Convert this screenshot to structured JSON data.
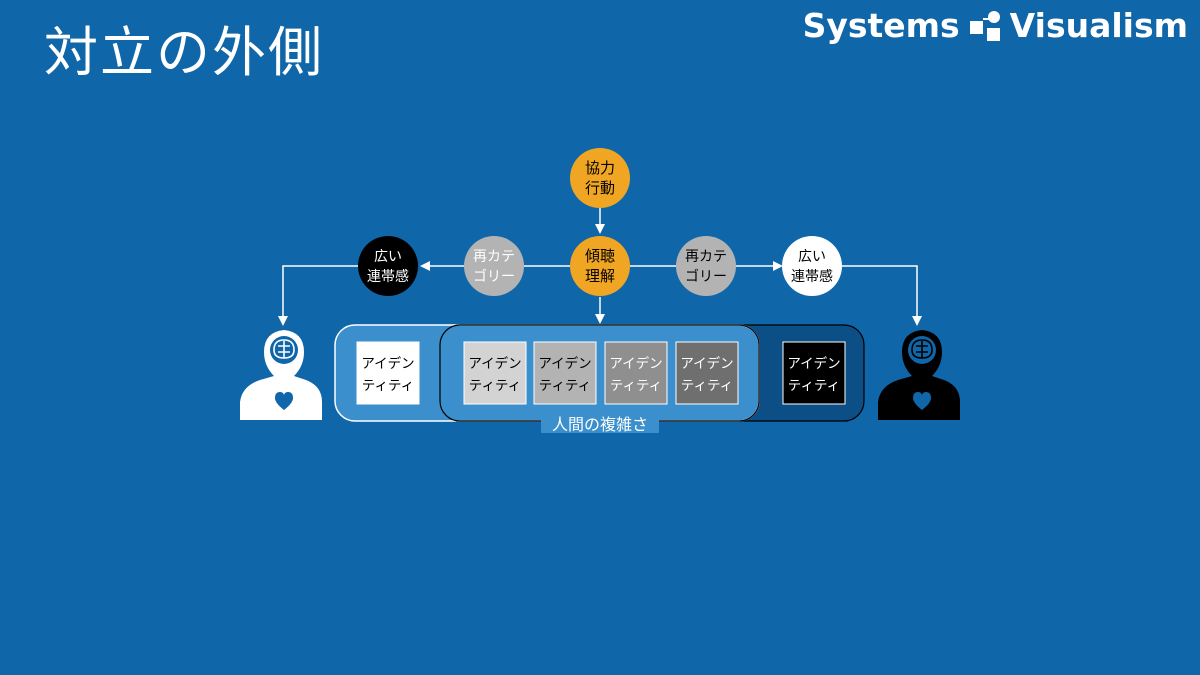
{
  "title": "対立の外側",
  "brand": {
    "left": "Systems",
    "right": "Visualism",
    "logo_icon": "systems-visualism-logo-icon"
  },
  "colors": {
    "background": "#0f66a8",
    "orange": "#f0a623",
    "gray": "#b3b3b3",
    "black": "#000000",
    "white": "#ffffff",
    "inner_panel": "#3a8fcc",
    "outer_panel": "#0b4f86"
  },
  "nodes": {
    "cooperation": {
      "line1": "協力",
      "line2": "行動"
    },
    "listening": {
      "line1": "傾聴",
      "line2": "理解"
    },
    "recat_left": {
      "line1": "再カテ",
      "line2": "ゴリー"
    },
    "recat_right": {
      "line1": "再カテ",
      "line2": "ゴリー"
    },
    "solidarity_left": {
      "line1": "広い",
      "line2": "連帯感"
    },
    "solidarity_right": {
      "line1": "広い",
      "line2": "連帯感"
    }
  },
  "identity_label": {
    "line1": "アイデン",
    "line2": "ティティ"
  },
  "identities": [
    {
      "id": "white",
      "fill": "#ffffff",
      "text": "#000000"
    },
    {
      "id": "light-gray",
      "fill": "#d3d3d3",
      "text": "#000000"
    },
    {
      "id": "silver",
      "fill": "#b3b3b3",
      "text": "#000000"
    },
    {
      "id": "gray",
      "fill": "#8f8f8f",
      "text": "#ffffff"
    },
    {
      "id": "dark-gray",
      "fill": "#6f6f6f",
      "text": "#ffffff"
    },
    {
      "id": "black",
      "fill": "#000000",
      "text": "#ffffff"
    }
  ],
  "caption": "人間の複雑さ",
  "persons": {
    "left": {
      "icon": "person-with-brain-heart-icon",
      "color": "#ffffff"
    },
    "right": {
      "icon": "person-with-brain-heart-icon",
      "color": "#000000"
    }
  }
}
